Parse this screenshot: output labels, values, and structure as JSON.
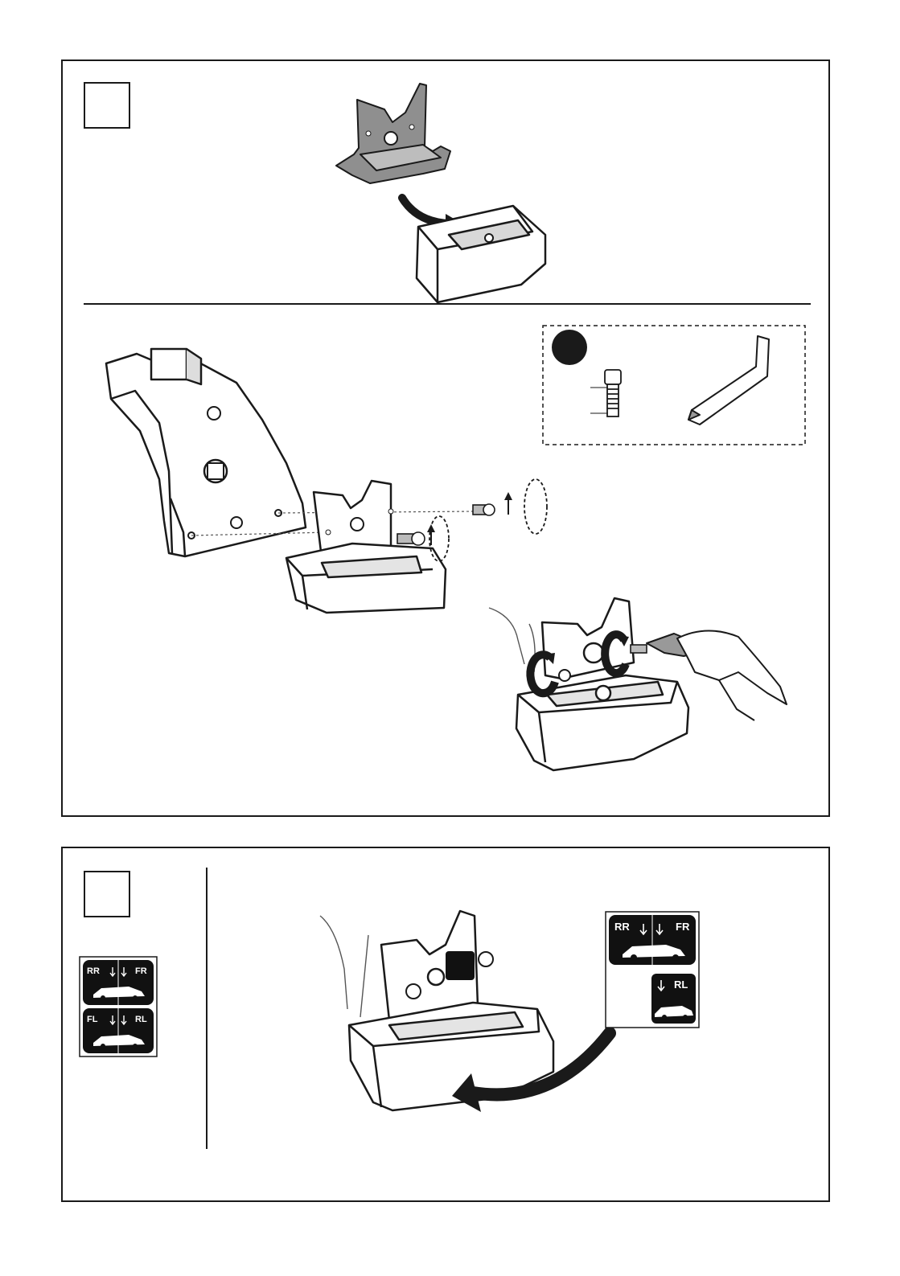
{
  "sticker_small": {
    "top": {
      "left": "RR",
      "right": "FR"
    },
    "bottom": {
      "left": "FL",
      "right": "RL"
    }
  },
  "sticker_callout": {
    "top": {
      "left": "RR",
      "right": "FR"
    },
    "bottom": {
      "right": "RL"
    }
  },
  "colors": {
    "ink": "#1a1a1a",
    "fill": "#ffffff",
    "shade": "#9a9a9a",
    "sticker": "#111111"
  }
}
